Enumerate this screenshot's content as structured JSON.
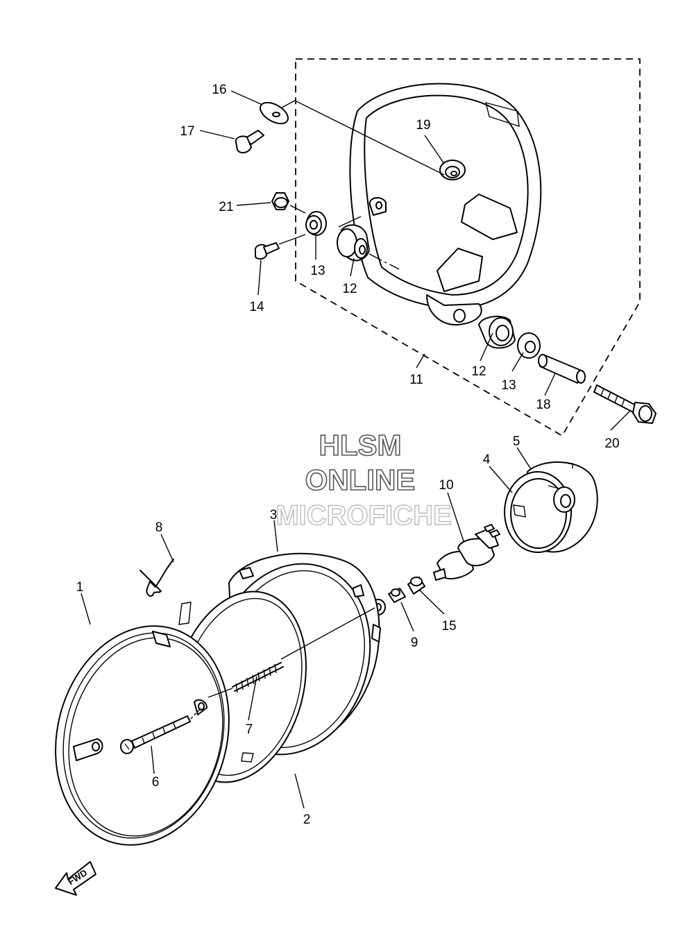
{
  "watermark": {
    "line1": "HLSM",
    "line2": "ONLINE",
    "line3": "MICROFICHE"
  },
  "fwd_label": "FWD",
  "parts": [
    {
      "id": "1",
      "label": "1"
    },
    {
      "id": "2",
      "label": "2"
    },
    {
      "id": "3",
      "label": "3"
    },
    {
      "id": "4",
      "label": "4"
    },
    {
      "id": "5",
      "label": "5"
    },
    {
      "id": "6",
      "label": "6"
    },
    {
      "id": "7",
      "label": "7"
    },
    {
      "id": "8",
      "label": "8"
    },
    {
      "id": "9",
      "label": "9"
    },
    {
      "id": "10",
      "label": "10"
    },
    {
      "id": "11",
      "label": "11"
    },
    {
      "id": "12a",
      "label": "12"
    },
    {
      "id": "12b",
      "label": "12"
    },
    {
      "id": "13a",
      "label": "13"
    },
    {
      "id": "13b",
      "label": "13"
    },
    {
      "id": "14",
      "label": "14"
    },
    {
      "id": "15",
      "label": "15"
    },
    {
      "id": "16",
      "label": "16"
    },
    {
      "id": "17",
      "label": "17"
    },
    {
      "id": "18",
      "label": "18"
    },
    {
      "id": "19",
      "label": "19"
    },
    {
      "id": "20",
      "label": "20"
    },
    {
      "id": "21",
      "label": "21"
    }
  ]
}
